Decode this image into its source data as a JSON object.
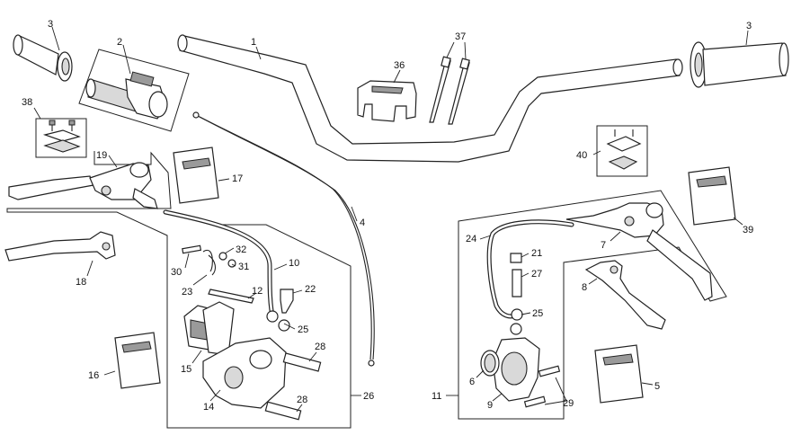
{
  "parts": [
    {
      "id": "1"
    },
    {
      "id": "2"
    },
    {
      "id": "3a",
      "label": "3"
    },
    {
      "id": "3b",
      "label": "3"
    },
    {
      "id": "4"
    },
    {
      "id": "5"
    },
    {
      "id": "7"
    },
    {
      "id": "8"
    },
    {
      "id": "9"
    },
    {
      "id": "6"
    },
    {
      "id": "10"
    },
    {
      "id": "11"
    },
    {
      "id": "12"
    },
    {
      "id": "14"
    },
    {
      "id": "15"
    },
    {
      "id": "16"
    },
    {
      "id": "17"
    },
    {
      "id": "18"
    },
    {
      "id": "19"
    },
    {
      "id": "21"
    },
    {
      "id": "22"
    },
    {
      "id": "23"
    },
    {
      "id": "24"
    },
    {
      "id": "25a",
      "label": "25"
    },
    {
      "id": "25b",
      "label": "25"
    },
    {
      "id": "26"
    },
    {
      "id": "27"
    },
    {
      "id": "28a",
      "label": "28"
    },
    {
      "id": "28b",
      "label": "28"
    },
    {
      "id": "29"
    },
    {
      "id": "30"
    },
    {
      "id": "31"
    },
    {
      "id": "32"
    },
    {
      "id": "36"
    },
    {
      "id": "37"
    },
    {
      "id": "38"
    },
    {
      "id": "39"
    },
    {
      "id": "40"
    }
  ],
  "labels": {
    "p1": "1",
    "p2": "2",
    "p3a": "3",
    "p3b": "3",
    "p4": "4",
    "p5": "5",
    "p6": "6",
    "p7": "7",
    "p8": "8",
    "p9": "9",
    "p10": "10",
    "p11": "11",
    "p12": "12",
    "p14": "14",
    "p15": "15",
    "p16": "16",
    "p17": "17",
    "p18": "18",
    "p19": "19",
    "p21": "21",
    "p22": "22",
    "p23": "23",
    "p24": "24",
    "p25a": "25",
    "p25b": "25",
    "p26": "26",
    "p27": "27",
    "p28a": "28",
    "p28b": "28",
    "p29": "29",
    "p30": "30",
    "p31": "31",
    "p32": "32",
    "p36": "36",
    "p37": "37",
    "p38": "38",
    "p39": "39",
    "p40": "40"
  }
}
